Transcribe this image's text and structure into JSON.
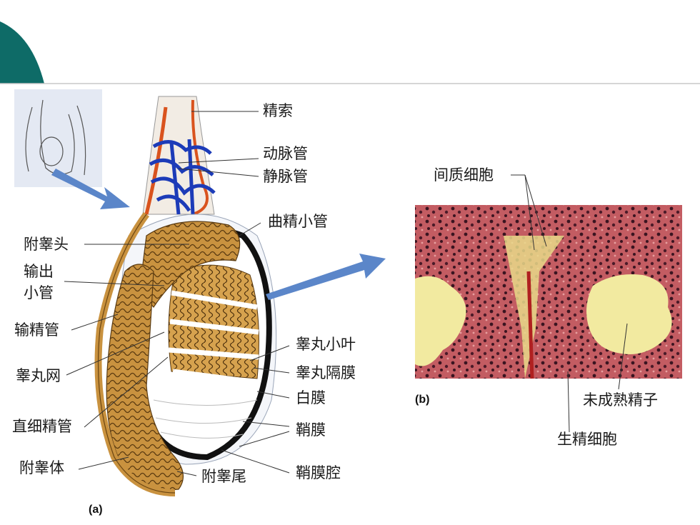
{
  "slide": {
    "accent_color": "#0e6b67",
    "divider_color": "#c8c8c8"
  },
  "figure_a": {
    "tag": "(a)",
    "labels": {
      "spermatic_cord": "精索",
      "artery": "动脉管",
      "vein": "静脉管",
      "seminiferous_tubule": "曲精小管",
      "epididymis_head": "附睾头",
      "efferent_ducts_line1": "输出",
      "efferent_ducts_line2": "小管",
      "vas_deferens": "输精管",
      "rete_testis": "睾丸网",
      "straight_tubule": "直细精管",
      "epididymis_body": "附睾体",
      "epididymis_tail": "附睾尾",
      "testis_lobule": "睾丸小叶",
      "testis_septum": "睾丸隔膜",
      "tunica_albuginea": "白膜",
      "tunica_vaginalis": "鞘膜",
      "vaginal_cavity": "鞘膜腔"
    }
  },
  "figure_b": {
    "tag": "(b)",
    "labels": {
      "interstitial_cells": "间质细胞",
      "immature_sperm": "未成熟精子",
      "spermatogenic_cells": "生精细胞"
    }
  }
}
